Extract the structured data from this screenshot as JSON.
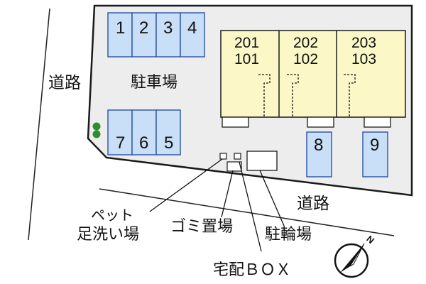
{
  "colors": {
    "lot": "#ededed",
    "building": "#fbf7c6",
    "parking": "#c9dff7",
    "parking_stroke": "#2952a6",
    "tree": "#2e8f2e",
    "outline": "#1a1a1a"
  },
  "labels": {
    "road_left": "道路",
    "road_bottom": "道路",
    "parking_lot": "駐車場",
    "pet_wash_line1": "ペット",
    "pet_wash_line2": "足洗い場",
    "garbage": "ゴミ置場",
    "bicycle": "駐輪場",
    "delivery_box": "宅配ＢＯＸ"
  },
  "parking_top": [
    "1",
    "2",
    "3",
    "4"
  ],
  "parking_bottom": [
    "7",
    "6",
    "5"
  ],
  "parking_right": [
    "8",
    "9"
  ],
  "units": [
    {
      "upper": "201",
      "lower": "101"
    },
    {
      "upper": "202",
      "lower": "102"
    },
    {
      "upper": "203",
      "lower": "103"
    }
  ],
  "compass": {
    "label": "N",
    "icon": "north-arrow-icon"
  }
}
